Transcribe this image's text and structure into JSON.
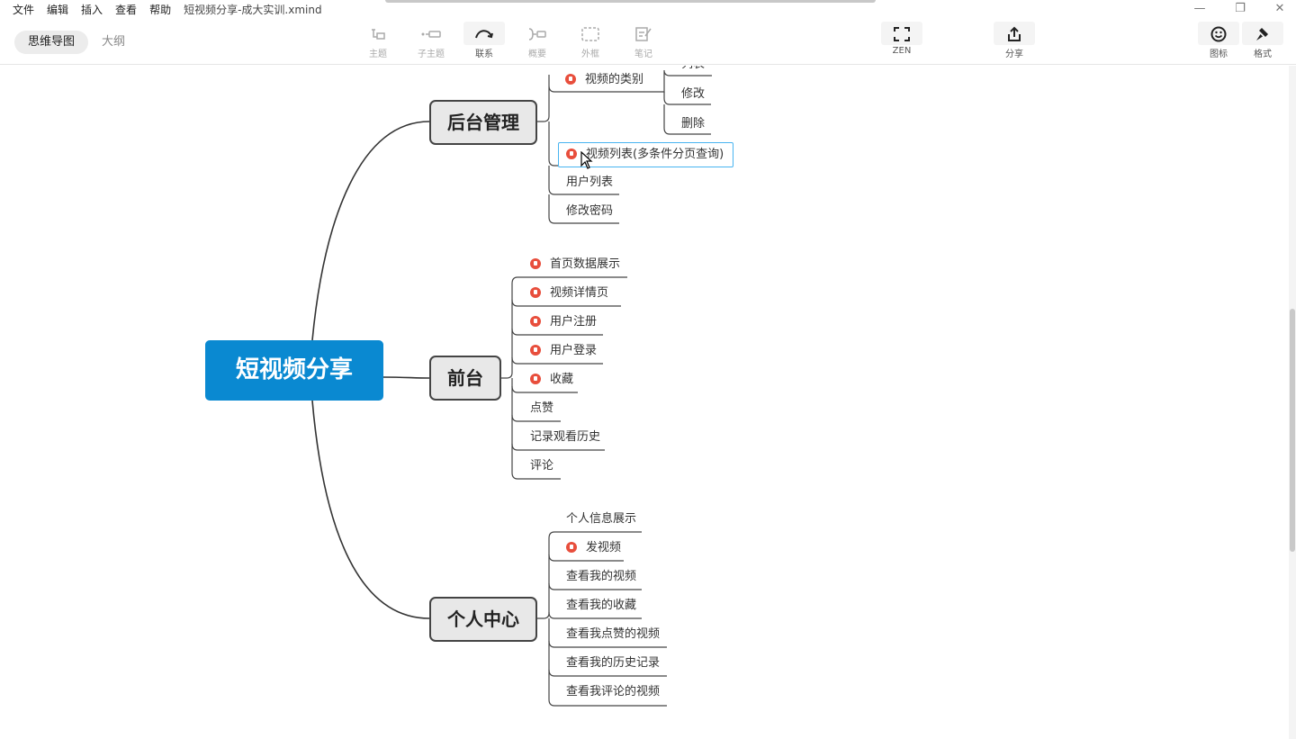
{
  "menu": {
    "items": [
      "文件",
      "编辑",
      "插入",
      "查看",
      "帮助"
    ]
  },
  "document": {
    "title": "短视频分享-成大实训.xmind"
  },
  "window": {
    "minimize": "—",
    "restore": "❐",
    "close": "✕"
  },
  "view_switch": {
    "mindmap": "思维导图",
    "outline": "大纲",
    "active": "mindmap"
  },
  "toolbar": {
    "topic": "主题",
    "subtopic": "子主题",
    "relationship": "联系",
    "summary": "概要",
    "boundary": "外框",
    "note": "笔记",
    "zen": "ZEN",
    "share": "分享",
    "icons": "图标",
    "format": "格式"
  },
  "mindmap": {
    "central": "短视频分享",
    "topics": [
      {
        "label": "后台管理",
        "children": [
          {
            "label": "视频的类别",
            "flag": true,
            "children": [
              "列表",
              "修改",
              "删除"
            ]
          },
          {
            "label": "视频列表(多条件分页查询)",
            "flag": true,
            "selected": true
          },
          {
            "label": "用户列表",
            "flag": false
          },
          {
            "label": "修改密码",
            "flag": false
          }
        ]
      },
      {
        "label": "前台",
        "children": [
          {
            "label": "首页数据展示",
            "flag": true
          },
          {
            "label": "视频详情页",
            "flag": true
          },
          {
            "label": "用户注册",
            "flag": true
          },
          {
            "label": "用户登录",
            "flag": true
          },
          {
            "label": "收藏",
            "flag": true
          },
          {
            "label": "点赞",
            "flag": false
          },
          {
            "label": "记录观看历史",
            "flag": false
          },
          {
            "label": "评论",
            "flag": false
          }
        ]
      },
      {
        "label": "个人中心",
        "children": [
          {
            "label": "个人信息展示",
            "flag": false
          },
          {
            "label": "发视频",
            "flag": true
          },
          {
            "label": "查看我的视频",
            "flag": false
          },
          {
            "label": "查看我的收藏",
            "flag": false
          },
          {
            "label": "查看我点赞的视频",
            "flag": false
          },
          {
            "label": "查看我的历史记录",
            "flag": false
          },
          {
            "label": "查看我评论的视频",
            "flag": false
          }
        ]
      }
    ]
  },
  "colors": {
    "central": "#0a89d1",
    "flag": "#e84e3c",
    "selection": "#48b4f0",
    "line": "#333333"
  }
}
